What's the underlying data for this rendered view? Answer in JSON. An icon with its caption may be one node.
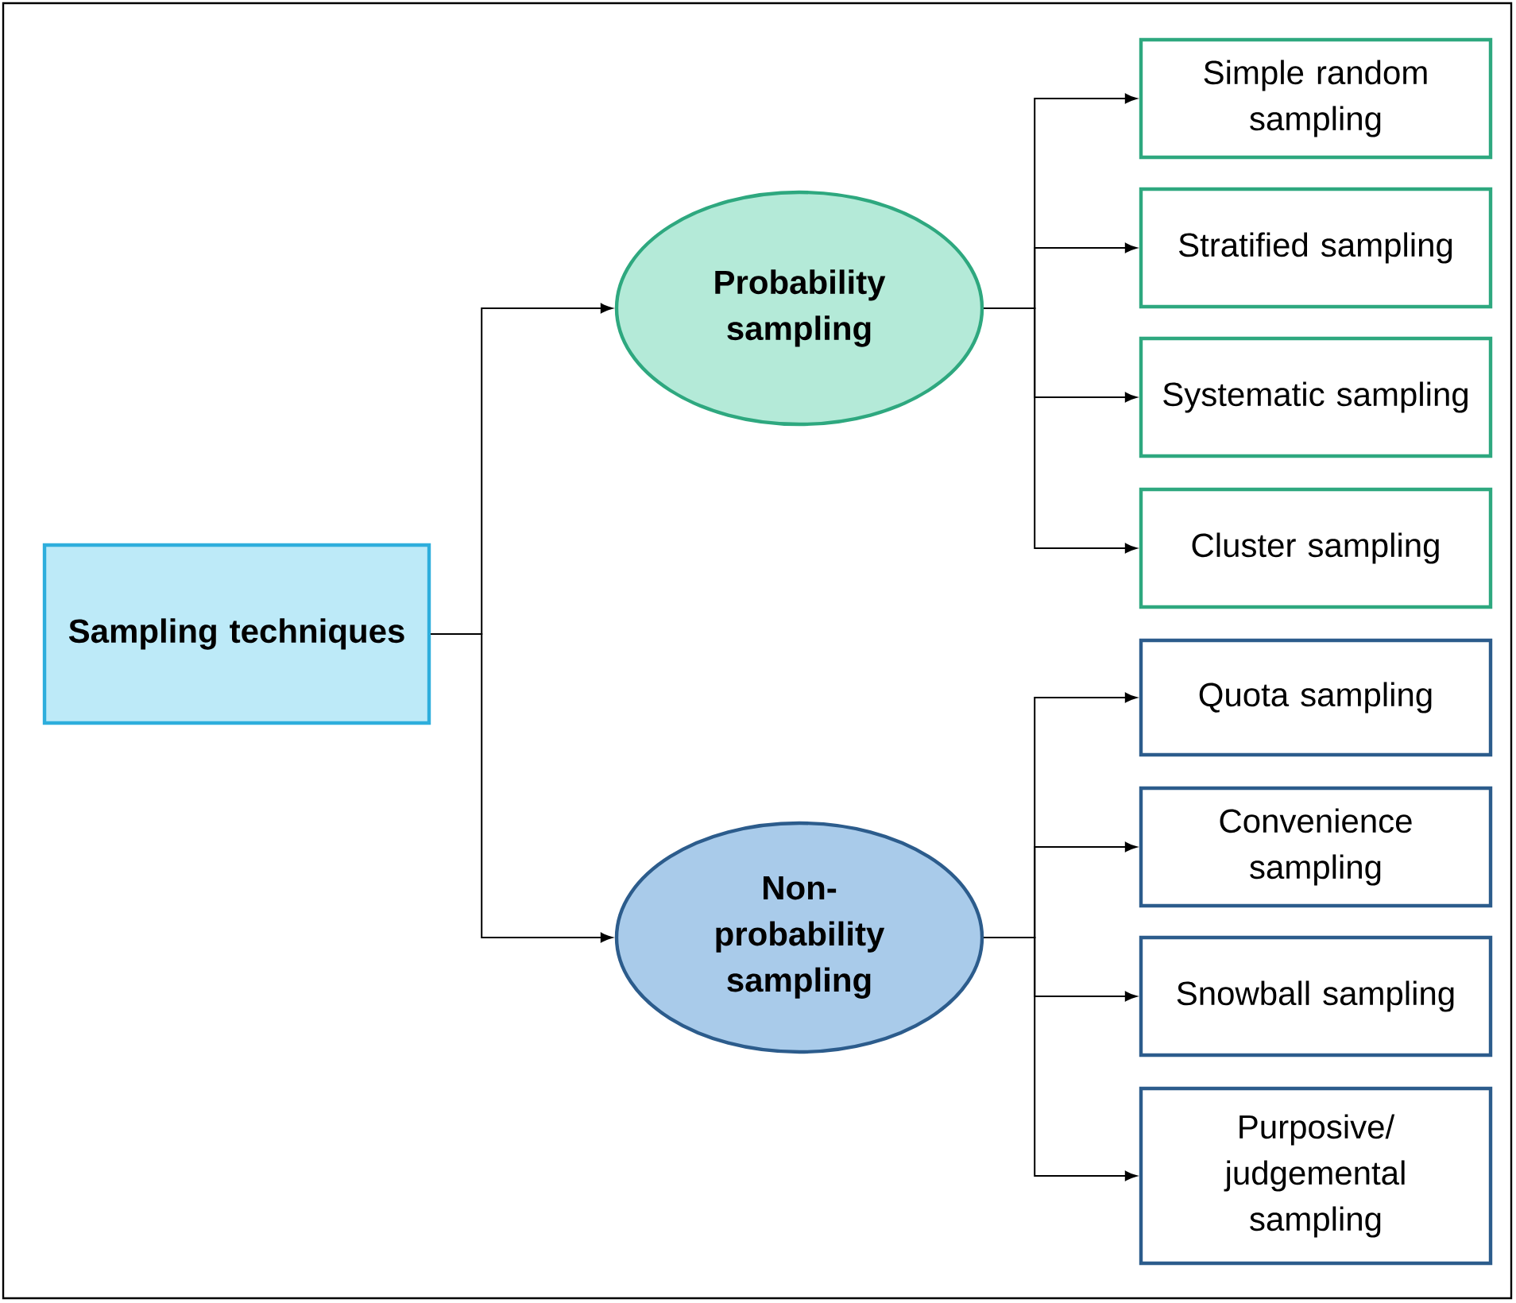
{
  "diagram": {
    "nodes": [
      {
        "text": [
          "Sampling techniques"
        ]
      },
      {
        "text": [
          "Probability sampling"
        ]
      },
      {
        "text": [
          "Simple random sampling"
        ]
      },
      {
        "text": [
          "Stratified sampling"
        ]
      },
      {
        "text": [
          "Systematic sampling"
        ]
      },
      {
        "text": [
          "Cluster sampling"
        ]
      },
      {
        "text": [
          "Non-probability sampling"
        ]
      },
      {
        "text": [
          "Quota sampling"
        ]
      },
      {
        "text": [
          "Convenience sampling"
        ]
      },
      {
        "text": [
          "Snowball sampling"
        ]
      },
      {
        "text": [
          "Purposive/ judgemental sampling"
        ]
      }
    ],
    "edges": [
      {
        "from": 0,
        "to": 1,
        "arrow": "to"
      },
      {
        "from": 0,
        "to": 6,
        "arrow": "to"
      },
      {
        "from": 1,
        "to": 2,
        "arrow": "to"
      },
      {
        "from": 1,
        "to": 3,
        "arrow": "to"
      },
      {
        "from": 1,
        "to": 4,
        "arrow": "to"
      },
      {
        "from": 1,
        "to": 5,
        "arrow": "to"
      },
      {
        "from": 6,
        "to": 7,
        "arrow": "to"
      },
      {
        "from": 6,
        "to": 8,
        "arrow": "to"
      },
      {
        "from": 6,
        "to": 9,
        "arrow": "to"
      },
      {
        "from": 6,
        "to": 10,
        "arrow": "to"
      }
    ]
  }
}
